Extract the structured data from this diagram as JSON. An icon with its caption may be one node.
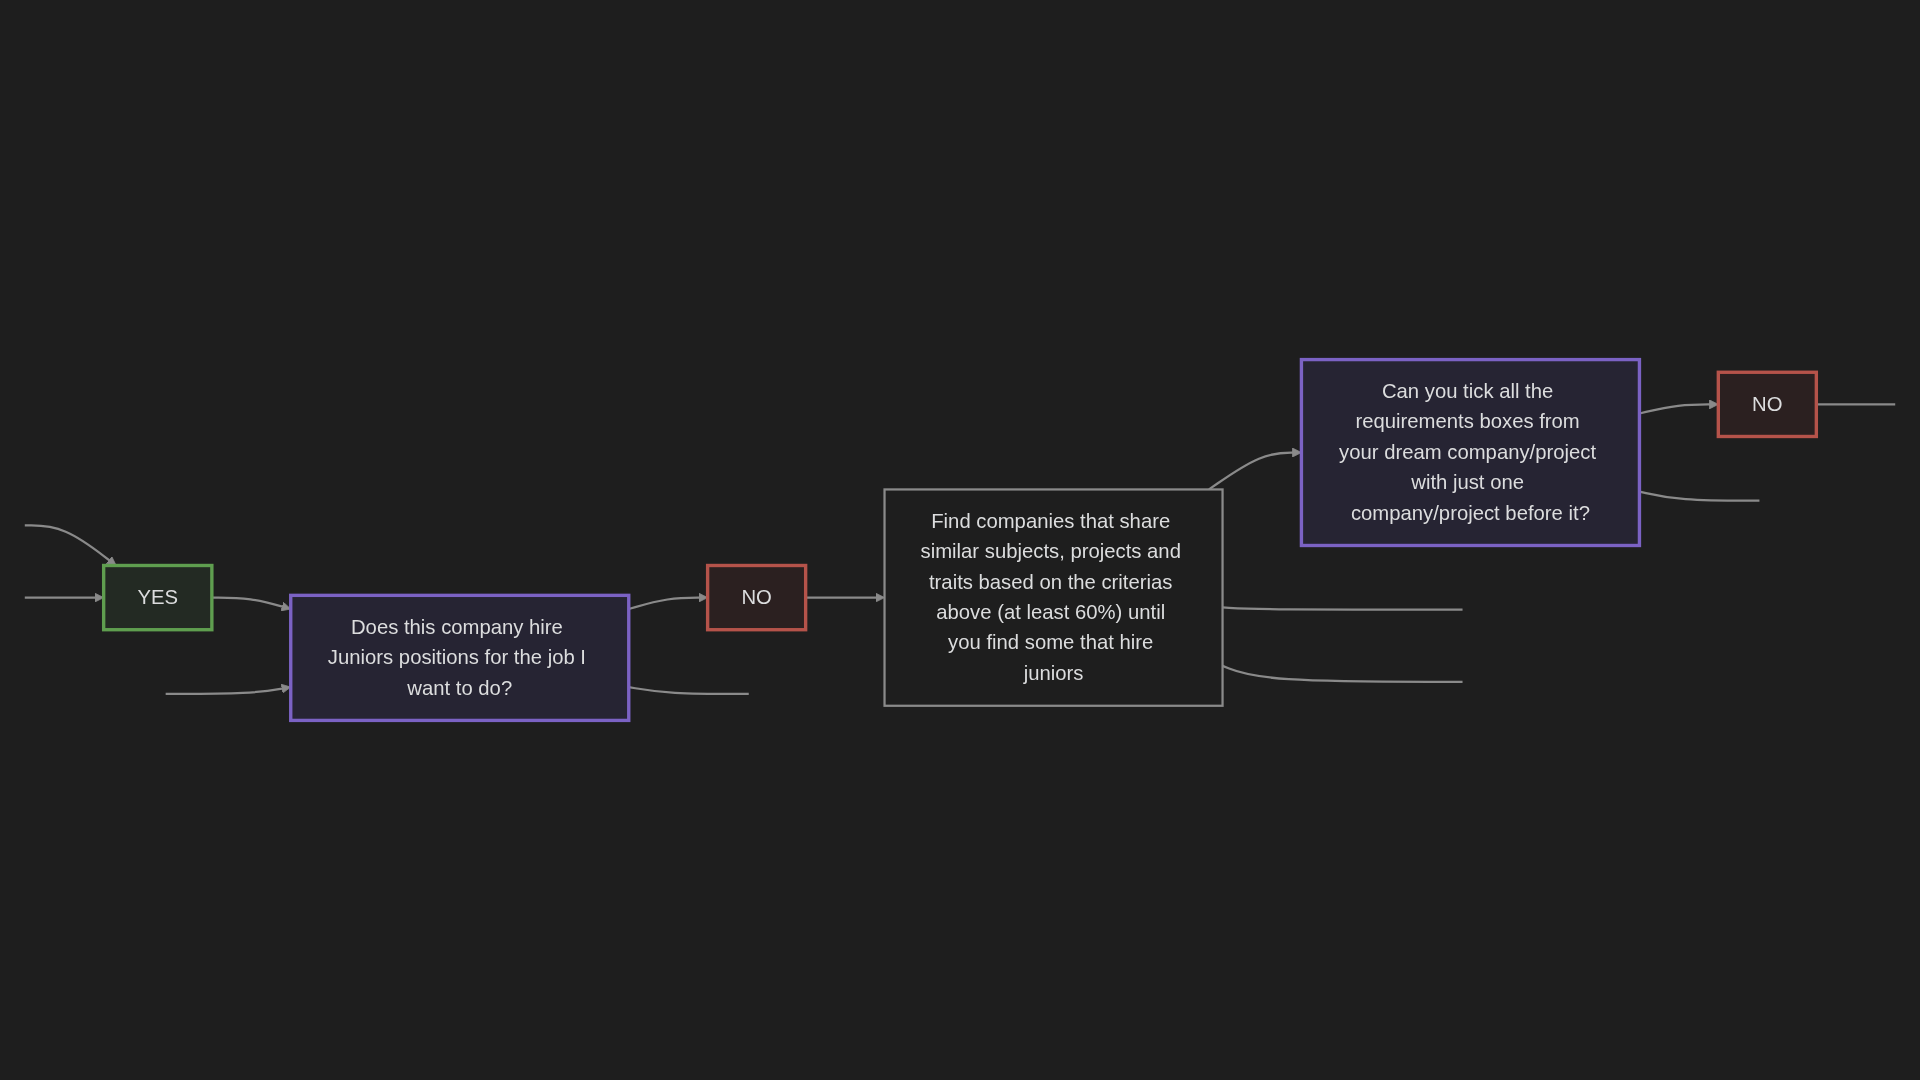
{
  "diagram": {
    "nodes": [
      {
        "text": [
          "YES"
        ]
      },
      {
        "text": [
          "Does this company hire Juniors positions for the job I want to do?"
        ]
      },
      {
        "text": [
          "NO"
        ]
      },
      {
        "text": [
          "Find companies that share similar subjects, projects and traits based on the criterias above (at least 60%) until you find some that hire juniors"
        ]
      },
      {
        "text": [
          "Can you tick all the requirements boxes from your dream company/project with just one company/project before it?"
        ]
      },
      {
        "text": [
          "NO"
        ]
      }
    ],
    "edges": [
      {
        "from": null,
        "to": 0,
        "arrow": "to"
      },
      {
        "from": null,
        "to": 0,
        "arrow": "to"
      },
      {
        "from": 0,
        "to": 1,
        "arrow": "to"
      },
      {
        "from": null,
        "to": 1,
        "arrow": "to"
      },
      {
        "from": 1,
        "to": 2,
        "arrow": "to"
      },
      {
        "from": 1,
        "to": null,
        "arrow": "none"
      },
      {
        "from": 2,
        "to": 3,
        "arrow": "to"
      },
      {
        "from": 3,
        "to": null,
        "arrow": "none"
      },
      {
        "from": 3,
        "to": null,
        "arrow": "none"
      },
      {
        "from": 3,
        "to": 4,
        "arrow": "to"
      },
      {
        "from": 4,
        "to": null,
        "arrow": "none"
      },
      {
        "from": 4,
        "to": 5,
        "arrow": "to"
      },
      {
        "from": 5,
        "to": null,
        "arrow": "none"
      }
    ]
  }
}
